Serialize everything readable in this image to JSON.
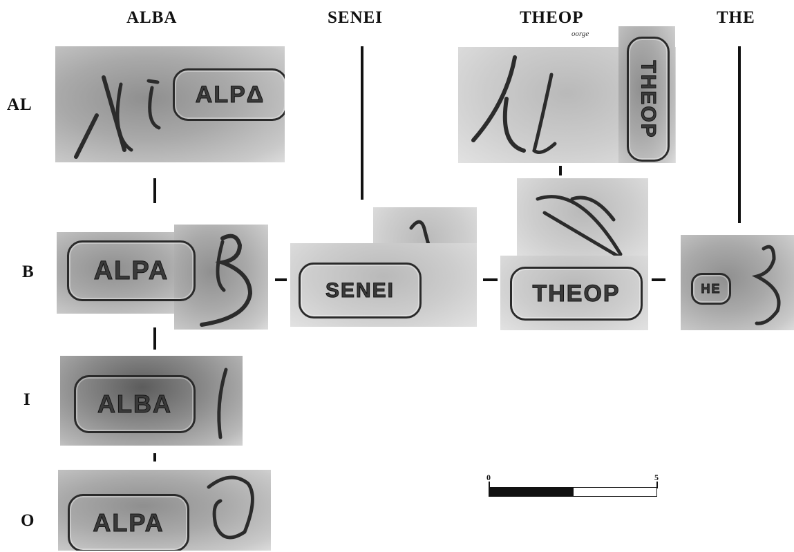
{
  "columns": {
    "alba": "ALBA",
    "senei": "SENEI",
    "theop": "THEOP",
    "the": "THE"
  },
  "rows": {
    "al": "AL",
    "b": "B",
    "i": "I",
    "o": "O"
  },
  "tiles": {
    "al_alba": "ALPΔ",
    "b_alba": "ALPA",
    "b_senei": "SENEI",
    "b_theop": "THEOP",
    "b_the": "HE",
    "i_alba": "ALBA",
    "o_alba": "ALPA",
    "al_theop": "THEOP",
    "al_theop_note": "oorge"
  },
  "scale": {
    "min_label": "0",
    "max_label": "5"
  }
}
